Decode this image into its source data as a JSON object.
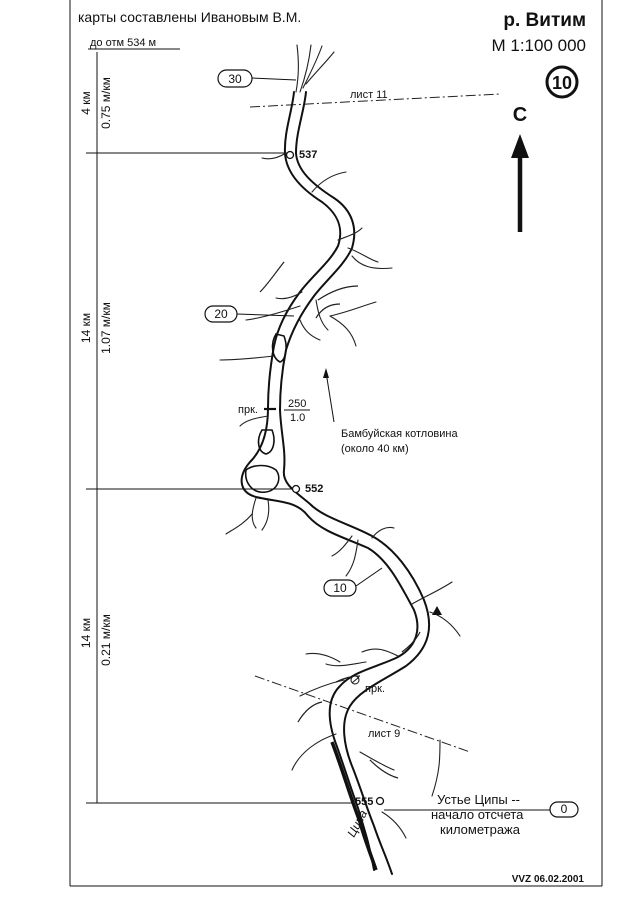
{
  "header": {
    "credit": "карты составлены Ивановым В.М.",
    "river": "р. Витим",
    "scale": "М 1:100 000",
    "sheet_no": "10",
    "datum": "до отм 534 м"
  },
  "north_label": "С",
  "segments": [
    {
      "length": "4 км",
      "gradient": "0.75 м/км"
    },
    {
      "length": "14 км",
      "gradient": "1.07 м/км"
    },
    {
      "length": "14 км",
      "gradient": "0.21 м/км"
    }
  ],
  "km_markers": [
    "30",
    "20",
    "10",
    "0"
  ],
  "elevations": [
    "537",
    "552",
    "555"
  ],
  "sheet_lines": [
    "лист 11",
    "лист 9"
  ],
  "rapids": {
    "label": "прк.",
    "fraction_top": "250",
    "fraction_bottom": "1.0"
  },
  "rapids_lower": "прк.",
  "basin": {
    "name": "Бамбуйская котловина",
    "note": "(около 40 км)"
  },
  "mouth": {
    "line1": "Устье Ципы --",
    "line2": "начало отсчета",
    "line3": "километража"
  },
  "tributary": "Ципа",
  "signature": "VVZ  06.02.2001"
}
